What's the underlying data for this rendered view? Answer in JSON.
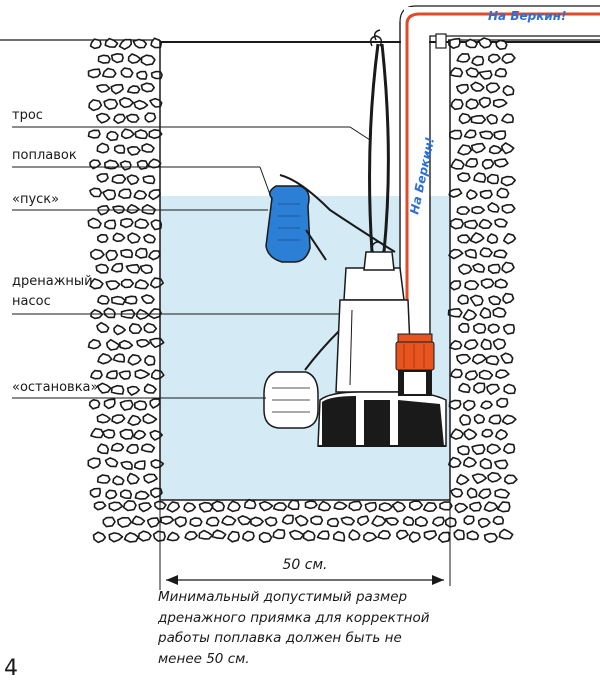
{
  "labels": {
    "cable": "трос",
    "float": "поплавок",
    "start": "«пуск»",
    "pump_line1": "дренажный",
    "pump_line2": "насос",
    "stop": "«остановка»"
  },
  "brand_text": "На Беркин!",
  "dimension": "50 см.",
  "caption_lines": [
    "Минимальный допустимый размер",
    "дренажного приямка для корректной",
    "работы поплавка должен быть не",
    "менее 50 см."
  ],
  "page_number": "4",
  "colors": {
    "water": "#d4ebf6",
    "float_blue": "#2b7fd4",
    "pipe_orange": "#e8541e",
    "pipe_red": "#e24a2a",
    "brand_blue": "#2d6fd6",
    "line": "#1a1a1a"
  }
}
